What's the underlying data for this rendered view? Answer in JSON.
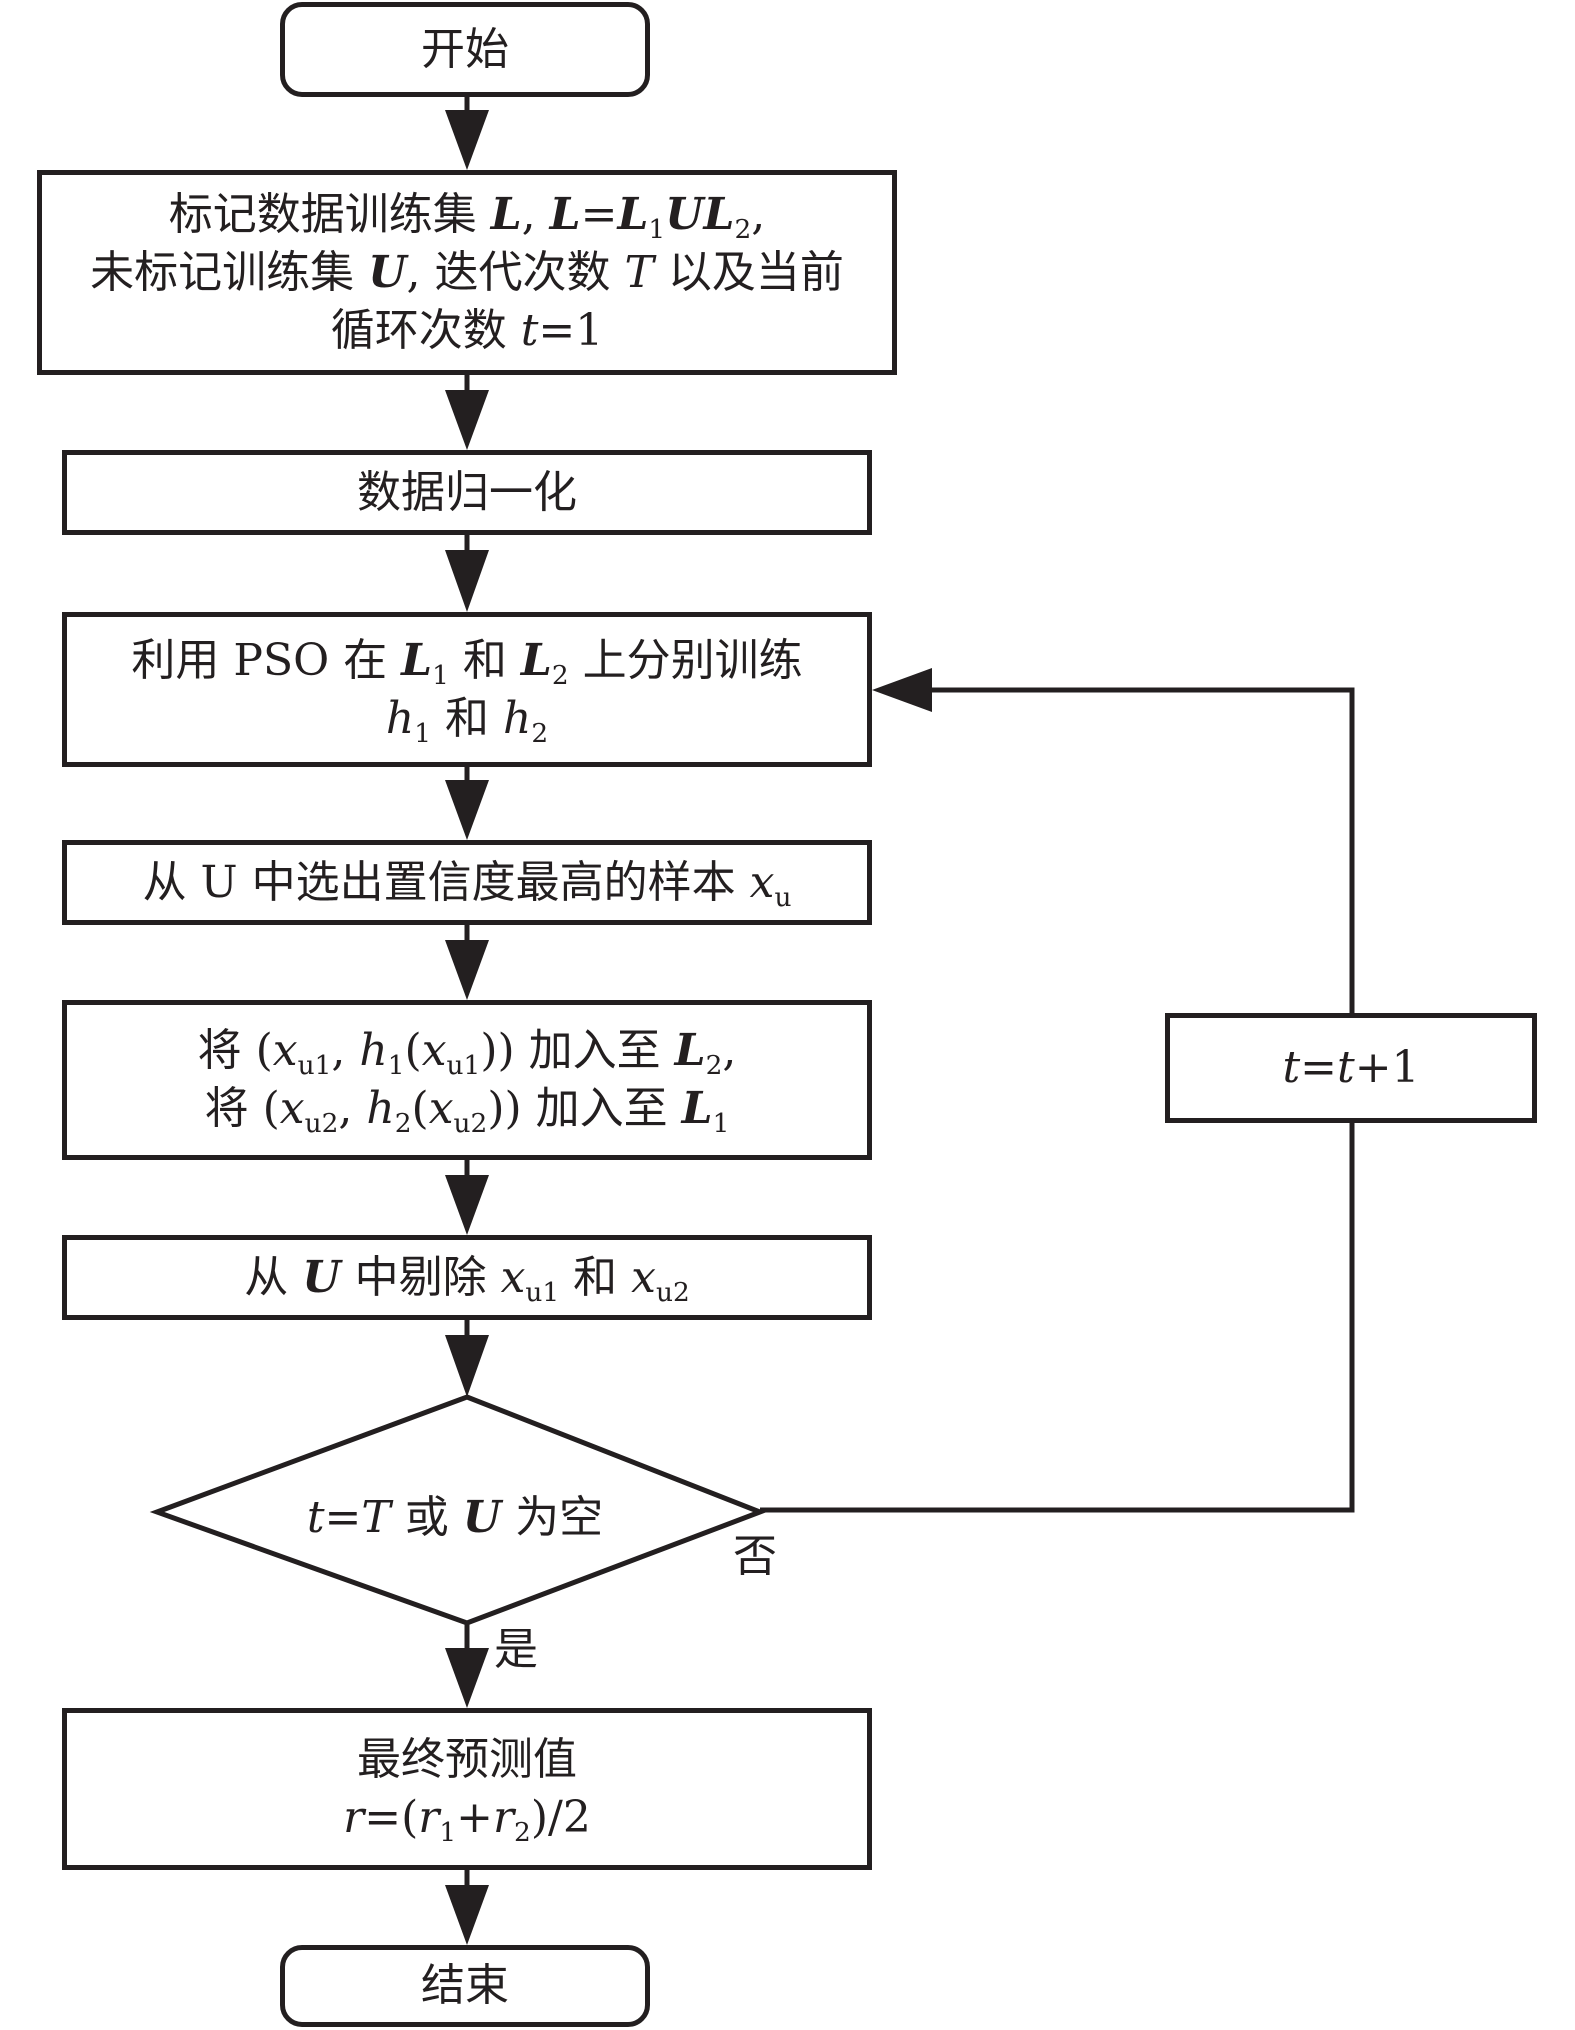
{
  "start": "开始",
  "init": {
    "l1_a": "标记数据训练集 ",
    "l1_b": "L",
    "l1_c": ", ",
    "l1_d": "L",
    "l1_e": "=",
    "l1_f": "L",
    "l1_g": "1",
    "l1_h": "UL",
    "l1_i": "2",
    "l1_j": ",",
    "l2_a": "未标记训练集 ",
    "l2_b": "U",
    "l2_c": ", 迭代次数 ",
    "l2_d": "T",
    "l2_e": " 以及当前",
    "l3_a": "循环次数 ",
    "l3_b": "t",
    "l3_c": "=1"
  },
  "normalize": "数据归一化",
  "train": {
    "l1_a": "利用 PSO 在 ",
    "l1_b": "L",
    "l1_c": "1",
    "l1_d": " 和 ",
    "l1_e": "L",
    "l1_f": "2",
    "l1_g": " 上分别训练",
    "l2_a": "h",
    "l2_b": "1",
    "l2_c": " 和 ",
    "l2_d": "h",
    "l2_e": "2"
  },
  "select": {
    "a": "从 U 中选出置信度最高的样本 ",
    "b": "x",
    "c": "u"
  },
  "add": {
    "l1_a": "将 (",
    "l1_b": "x",
    "l1_c": "u1",
    "l1_d": ", ",
    "l1_e": "h",
    "l1_f": "1",
    "l1_g": "(",
    "l1_h": "x",
    "l1_i": "u1",
    "l1_j": ")) 加入至 ",
    "l1_k": "L",
    "l1_l": "2",
    "l1_m": ",",
    "l2_a": "将 (",
    "l2_b": "x",
    "l2_c": "u2",
    "l2_d": ", ",
    "l2_e": "h",
    "l2_f": "2",
    "l2_g": "(",
    "l2_h": "x",
    "l2_i": "u2",
    "l2_j": ")) 加入至 ",
    "l2_k": "L",
    "l2_l": "1"
  },
  "remove": {
    "a": "从 ",
    "b": "U",
    "c": " 中剔除 ",
    "d": "x",
    "e": "u1",
    "f": " 和 ",
    "g": "x",
    "h": "u2"
  },
  "decision": {
    "a": "t",
    "b": "=",
    "c": "T",
    "d": " 或 ",
    "e": "U",
    "f": " 为空"
  },
  "no_label": "否",
  "yes_label": "是",
  "final": {
    "l1": "最终预测值",
    "l2_a": "r",
    "l2_b": "=(",
    "l2_c": "r",
    "l2_d": "1",
    "l2_e": "+",
    "l2_f": "r",
    "l2_g": "2",
    "l2_h": ")/2"
  },
  "increment": {
    "a": "t",
    "b": "=",
    "c": "t",
    "d": "+1"
  },
  "end": "结束"
}
